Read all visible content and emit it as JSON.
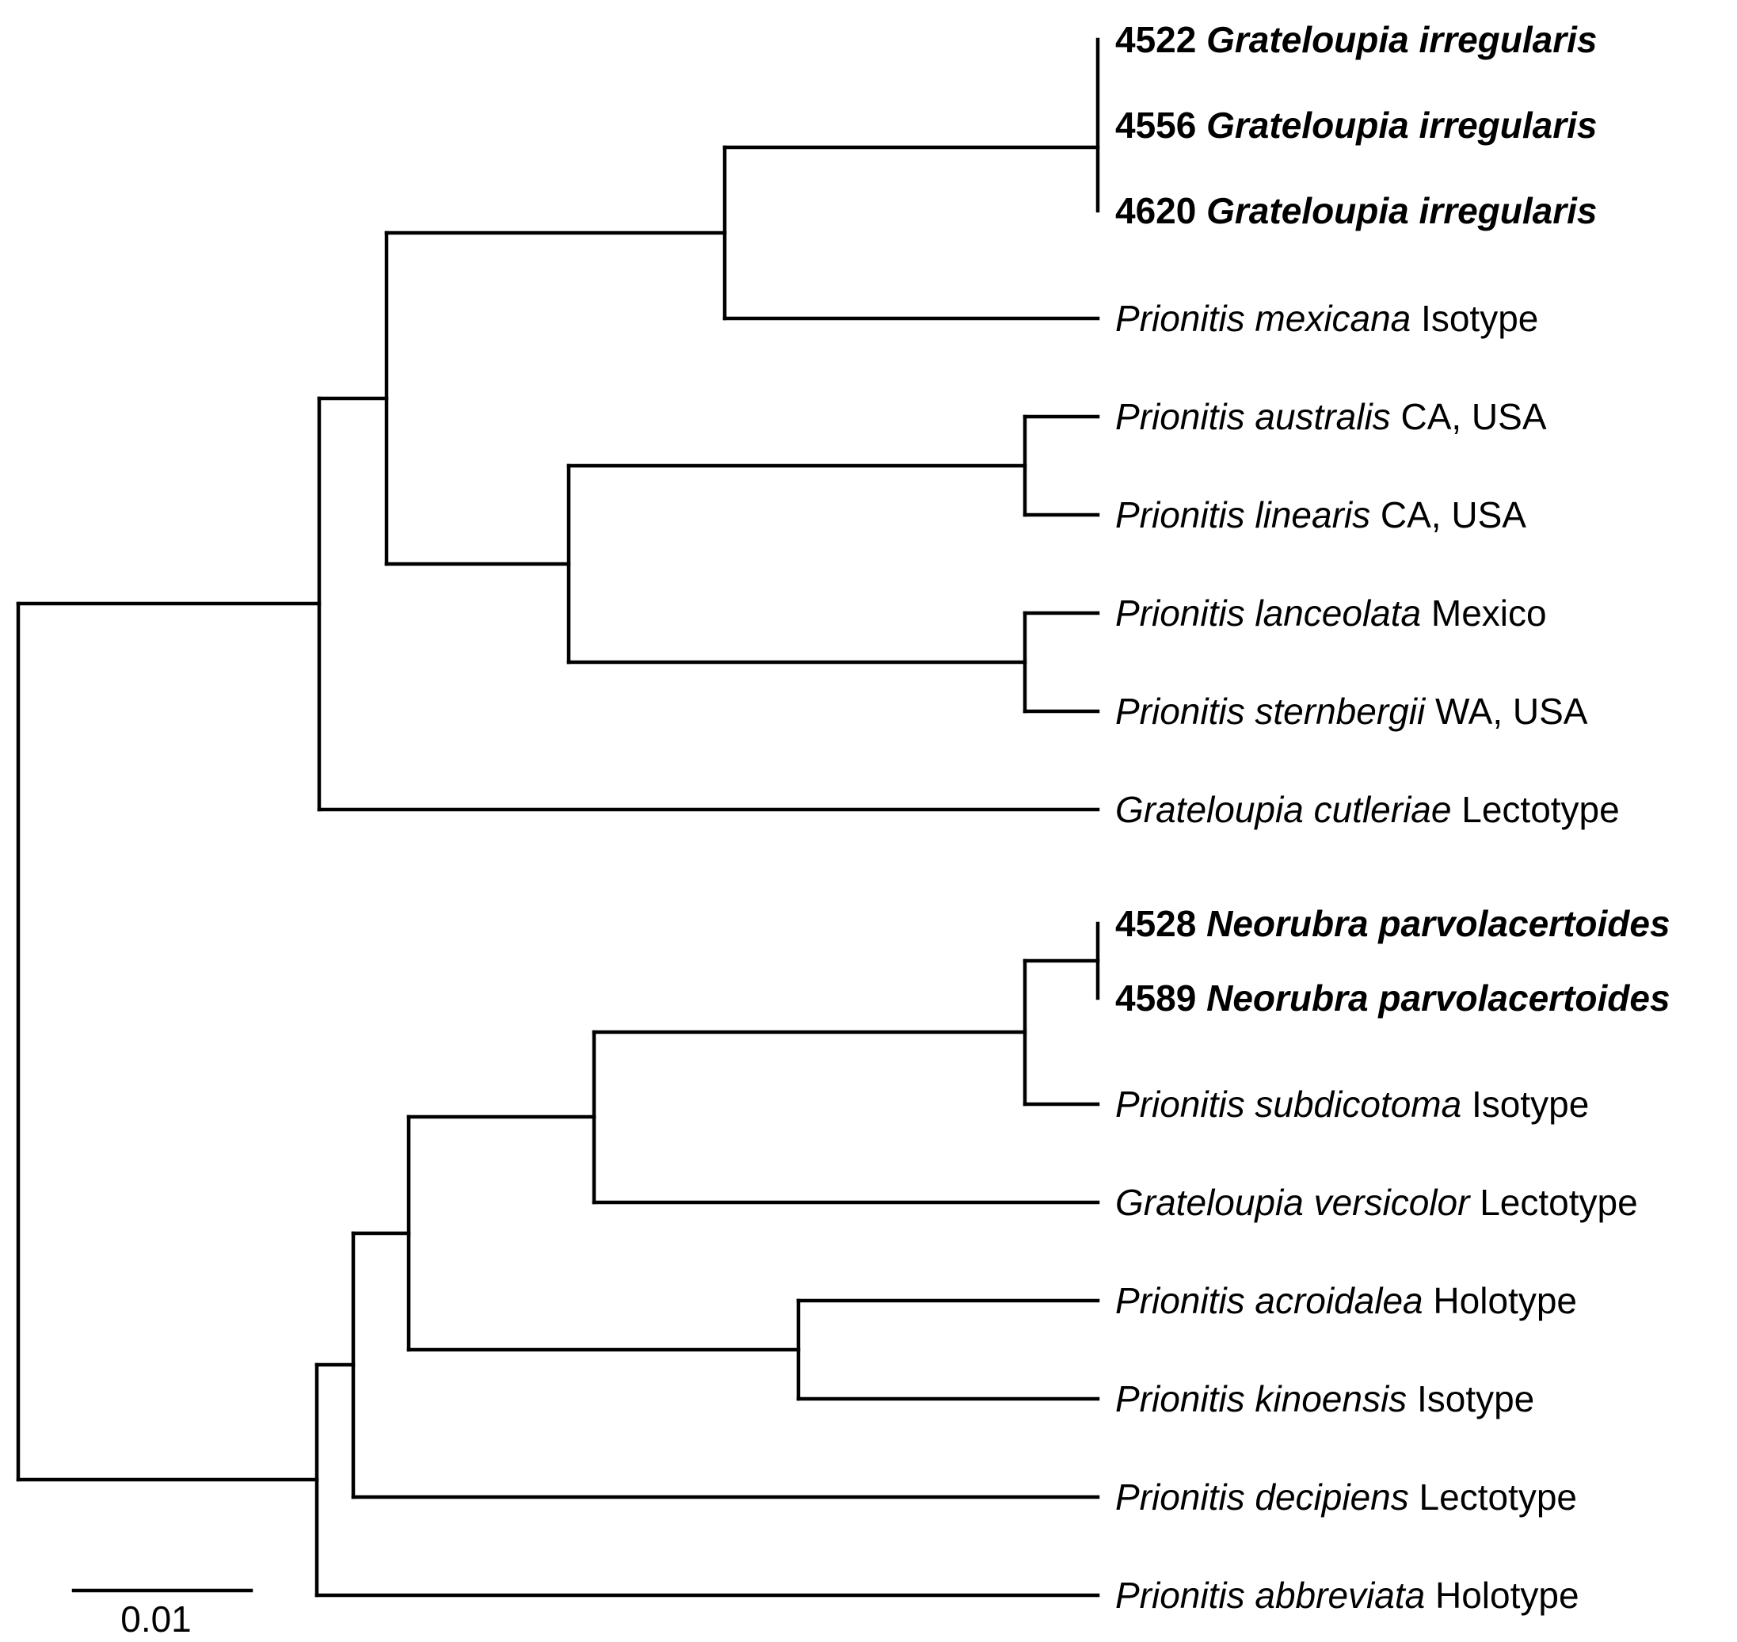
{
  "tips": [
    {
      "id": "4522",
      "genus": "Grateloupia",
      "species": "irregularis",
      "note": "",
      "bold": true
    },
    {
      "id": "4556",
      "genus": "Grateloupia",
      "species": "irregularis",
      "note": "",
      "bold": true
    },
    {
      "id": "4620",
      "genus": "Grateloupia",
      "species": "irregularis",
      "note": "",
      "bold": true
    },
    {
      "id": "",
      "genus": "Prionitis",
      "species": "mexicana",
      "note": "Isotype",
      "bold": false
    },
    {
      "id": "",
      "genus": "Prionitis",
      "species": "australis",
      "note": "CA, USA",
      "bold": false
    },
    {
      "id": "",
      "genus": "Prionitis",
      "species": "linearis",
      "note": "CA, USA",
      "bold": false
    },
    {
      "id": "",
      "genus": "Prionitis",
      "species": "lanceolata",
      "note": "Mexico",
      "bold": false
    },
    {
      "id": "",
      "genus": "Prionitis",
      "species": "sternbergii",
      "note": "WA, USA",
      "bold": false
    },
    {
      "id": "",
      "genus": "Grateloupia",
      "species": "cutleriae",
      "note": "Lectotype",
      "bold": false
    },
    {
      "id": "4528",
      "genus": "Neorubra",
      "species": "parvolacertoides",
      "note": "",
      "bold": true
    },
    {
      "id": "4589",
      "genus": "Neorubra",
      "species": "parvolacertoides",
      "note": "",
      "bold": true
    },
    {
      "id": "",
      "genus": "Prionitis",
      "species": "subdicotoma",
      "note": "Isotype",
      "bold": false
    },
    {
      "id": "",
      "genus": "Grateloupia",
      "species": "versicolor",
      "note": "Lectotype",
      "bold": false
    },
    {
      "id": "",
      "genus": "Prionitis",
      "species": "acroidalea",
      "note": "Holotype",
      "bold": false
    },
    {
      "id": "",
      "genus": "Prionitis",
      "species": "kinoensis",
      "note": "Isotype",
      "bold": false
    },
    {
      "id": "",
      "genus": "Prionitis",
      "species": "decipiens",
      "note": "Lectotype",
      "bold": false
    },
    {
      "id": "",
      "genus": "Prionitis",
      "species": "abbreviata",
      "note": "Holotype",
      "bold": false
    }
  ],
  "scale_bar": {
    "label": "0.01",
    "length": 0.01
  }
}
